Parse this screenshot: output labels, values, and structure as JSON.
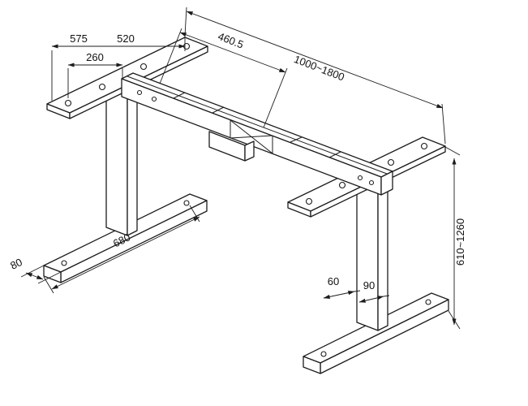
{
  "drawing": {
    "background_color": "#ffffff",
    "line_color": "#1c1c1c",
    "text_color": "#111111",
    "dimensions": {
      "bracket_length": "575",
      "bracket_outer_holes": "520",
      "bracket_inner_holes": "260",
      "beam_fixed_section": "460.5",
      "beam_length_range": "1000~1800",
      "height_range": "610~1260",
      "foot_length": "680",
      "foot_width": "80",
      "column_depth": "60",
      "column_width": "90"
    }
  }
}
